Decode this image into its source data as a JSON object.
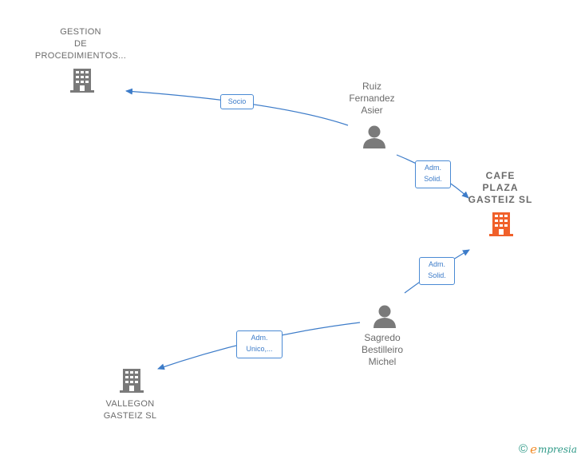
{
  "nodes": {
    "gestion": {
      "lines": [
        "GESTION",
        "DE",
        "PROCEDIMIENTOS..."
      ],
      "icon": "building-icon",
      "color": "#7a7a7a"
    },
    "cafe": {
      "lines": [
        "CAFE",
        "PLAZA",
        "GASTEIZ  SL"
      ],
      "icon": "building-icon",
      "color": "#f0602a"
    },
    "vallegon": {
      "lines": [
        "VALLEGON",
        "GASTEIZ  SL"
      ],
      "icon": "building-icon",
      "color": "#7a7a7a"
    },
    "ruiz": {
      "lines": [
        "Ruiz",
        "Fernandez",
        "Asier"
      ],
      "icon": "person-icon",
      "color": "#7a7a7a"
    },
    "sagredo": {
      "lines": [
        "Sagredo",
        "Bestilleiro",
        "Michel"
      ],
      "icon": "person-icon",
      "color": "#7a7a7a"
    }
  },
  "edges": {
    "socio": {
      "lines": [
        "Socio"
      ]
    },
    "ruiz_cafe": {
      "lines": [
        "Adm.",
        "Solid."
      ]
    },
    "sagredo_cafe": {
      "lines": [
        "Adm.",
        "Solid."
      ]
    },
    "sagredo_vallegon": {
      "lines": [
        "Adm.",
        "Unico,..."
      ]
    }
  },
  "colors": {
    "edge": "#3d7cc9",
    "label_text": "#6b6b6b",
    "focus": "#f0602a",
    "brand": "#2f9a88",
    "brand_accent": "#f28c28"
  },
  "footer": {
    "copyright_symbol": "©",
    "brand_initial": "e",
    "brand_rest": "mpresia"
  }
}
